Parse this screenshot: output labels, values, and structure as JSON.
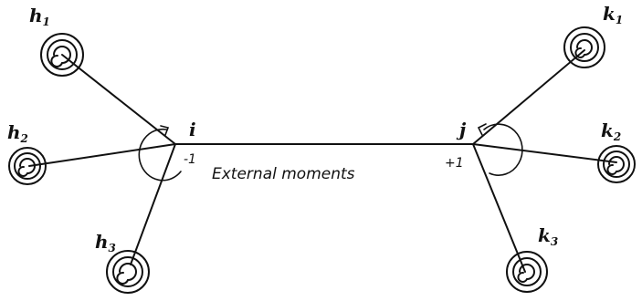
{
  "diagram": {
    "joint_left": "i",
    "joint_right": "j",
    "moment_left": "-1",
    "moment_right": "+1",
    "caption": "External moments",
    "springs": [
      {
        "letter": "h",
        "sub": "1"
      },
      {
        "letter": "h",
        "sub": "2"
      },
      {
        "letter": "h",
        "sub": "3"
      },
      {
        "letter": "k",
        "sub": "1"
      },
      {
        "letter": "k",
        "sub": "2"
      },
      {
        "letter": "k",
        "sub": "3"
      }
    ]
  }
}
